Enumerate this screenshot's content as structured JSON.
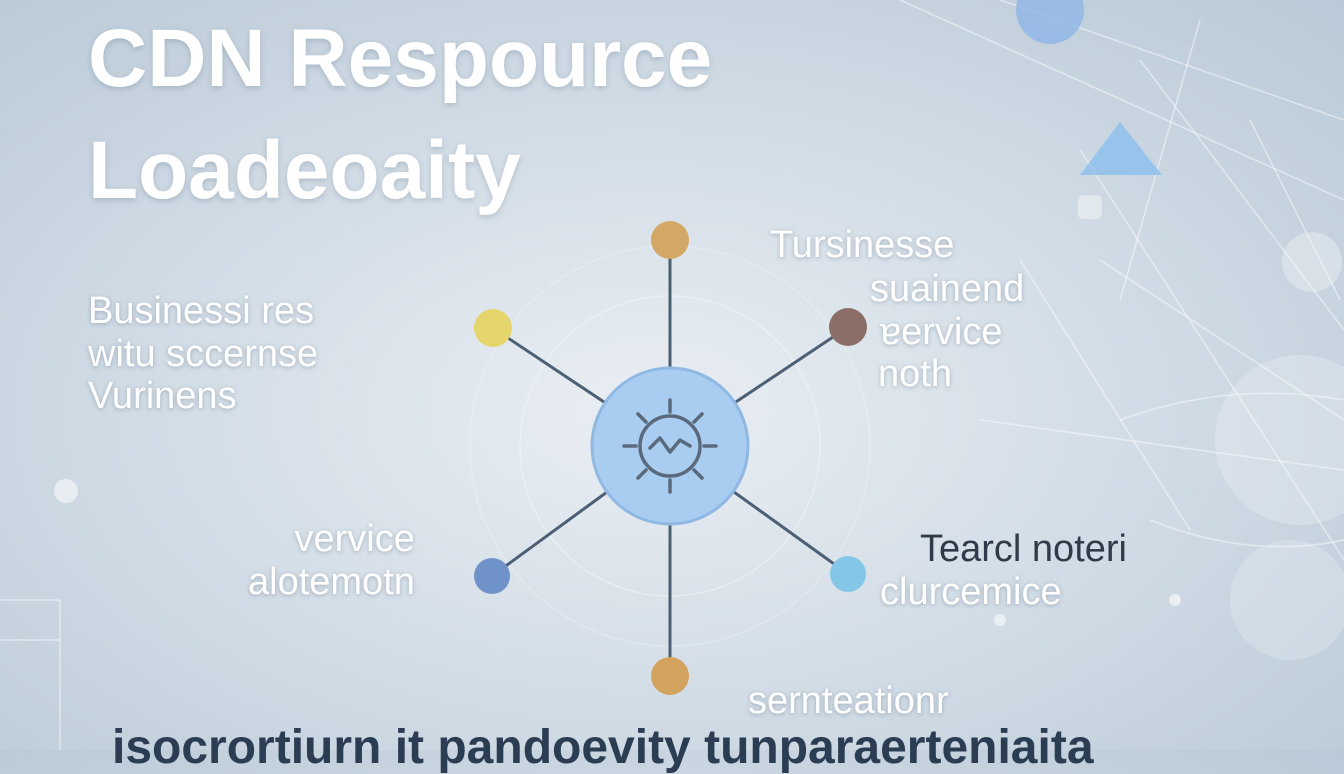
{
  "title_lines": [
    "CDN Respource",
    "Loadeoaity"
  ],
  "colors": {
    "spoke": "#4c5f73",
    "hub_fill": "#a9cdf0",
    "hub_stroke": "#8fb8e3",
    "hub_icon": "#5a6a7c",
    "node_top": "#d3a866",
    "node_upper_left": "#e6d56a",
    "node_upper_right": "#8b6e68",
    "node_lower_left": "#6f93c9",
    "node_lower_right": "#84c6e6",
    "node_bottom": "#d1a35f",
    "accent_triangle": "#8fc0ec"
  },
  "diagram": {
    "hub": {
      "icon": "gear-pulse-icon"
    },
    "nodes": [
      {
        "id": "top"
      },
      {
        "id": "upper-left",
        "label_lines": [
          "Businessi res",
          "witu sccernse",
          "Vurinens"
        ]
      },
      {
        "id": "upper-right",
        "label_lines": [
          "suainend",
          "ɐervice",
          "noth"
        ]
      },
      {
        "id": "lower-left",
        "label_lines": [
          "vervice",
          "alotemotn"
        ]
      },
      {
        "id": "lower-right",
        "label_lines": [
          "Tearcl noteri",
          "clurcemice"
        ]
      },
      {
        "id": "bottom",
        "label_lines": [
          "serntеatiοnr"
        ]
      }
    ],
    "extra_labels": [
      {
        "id": "top-right",
        "text": "Tursinesse"
      }
    ]
  },
  "bottom_text": "isocrortiurn it pandoevity tunparaerteniaita"
}
